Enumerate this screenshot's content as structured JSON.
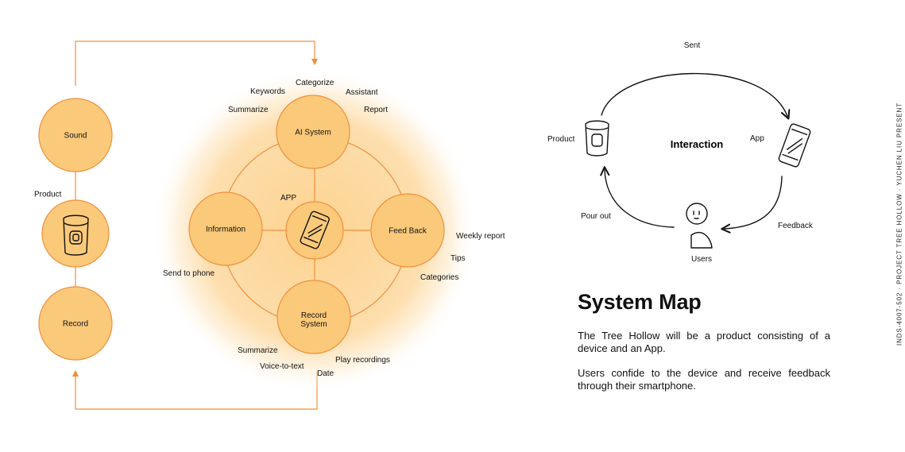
{
  "left_flow": {
    "sound": "Sound",
    "product_label": "Product",
    "record": "Record"
  },
  "system": {
    "ai_system": "AI System",
    "information": "Information",
    "app": "APP",
    "feedback": "Feed Back",
    "record_system_line1": "Record",
    "record_system_line2": "System",
    "annotations": {
      "keywords": "Keywords",
      "categorize": "Categorize",
      "assistant": "Assistant",
      "summarize_top": "Summarize",
      "report": "Report",
      "weekly_report": "Weekly report",
      "tips": "Tips",
      "categories": "Categories",
      "send_to_phone": "Send to phone",
      "summarize_bottom": "Summarize",
      "voice_to_text": "Voice-to-text",
      "date": "Date",
      "play_recordings": "Play recordings"
    }
  },
  "interaction": {
    "sent": "Sent",
    "product": "Product",
    "center": "Interaction",
    "app": "App",
    "pour_out": "Pour out",
    "feedback": "Feedback",
    "users": "Users"
  },
  "text_block": {
    "title": "System Map",
    "paragraph1": "The Tree Hollow will be a product consisting of a device and an App.",
    "paragraph2": "Users confide to the device and receive feedback through their smartphone."
  },
  "side_note": "INDS-4007-502 · PROJECT TREE HOLLOW · YUCHEN LIU PRESENT",
  "colors": {
    "node_fill": "#fbc97a",
    "node_stroke": "#ef8f3b",
    "glow": "#fdd89e",
    "ink": "#111111"
  }
}
